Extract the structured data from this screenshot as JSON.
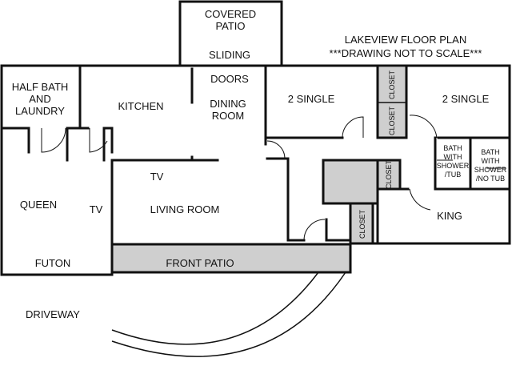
{
  "title": {
    "line1": "LAKEVIEW FLOOR PLAN",
    "line2": "***DRAWING NOT TO SCALE***"
  },
  "rooms": {
    "covered_patio_1": "COVERED",
    "covered_patio_2": "PATIO",
    "sliding": "SLIDING",
    "doors": "DOORS",
    "half_bath_1": "HALF BATH",
    "half_bath_2": "AND",
    "half_bath_3": "LAUNDRY",
    "kitchen": "KITCHEN",
    "dining_1": "DINING",
    "dining_2": "ROOM",
    "single_left": "2 SINGLE",
    "single_right": "2 SINGLE",
    "closet_a": "CLOSET",
    "closet_b": "CLOSET",
    "closet_c": "CLOSET",
    "closet_d": "CLOSET",
    "bath1_1": "BATH",
    "bath1_2": "WITH",
    "bath1_3": "SHOWER",
    "bath1_4": "/TUB",
    "bath2_1": "BATH",
    "bath2_2": "WITH",
    "bath2_3": "SHOWER",
    "bath2_4": "/NO TUB",
    "tv_living": "TV",
    "tv_queen": "TV",
    "queen": "QUEEN",
    "living_room": "LIVING ROOM",
    "king": "KING",
    "futon": "FUTON",
    "front_patio": "FRONT PATIO",
    "driveway": "DRIVEWAY"
  }
}
